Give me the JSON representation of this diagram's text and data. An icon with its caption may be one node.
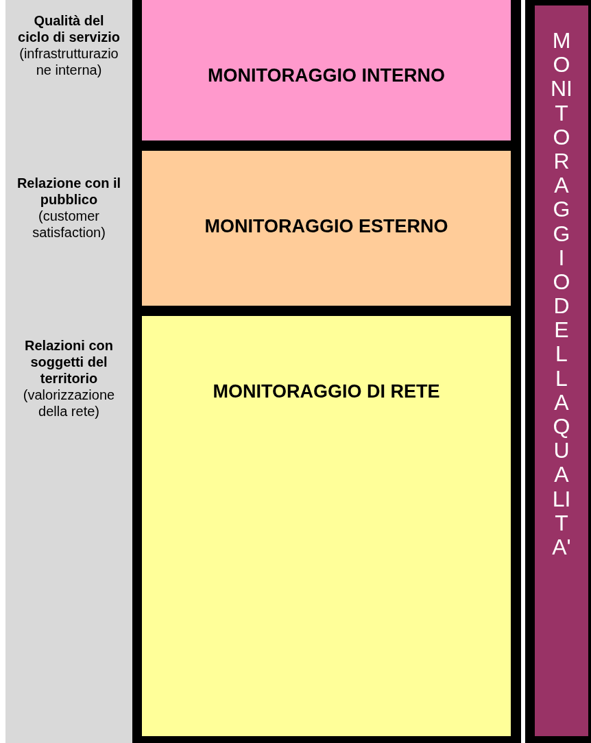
{
  "diagram": {
    "nodes": [
      {
        "text": [
          "Qualità del ciclo di servizio",
          "(infrastrutturazione interna)",
          "Relazione con il pubblico",
          "(customer satisfaction)",
          "Relazioni con soggetti del territorio",
          "(valorizzazione della rete)"
        ]
      },
      {
        "text": [],
        "shape": "box"
      },
      {
        "text": [
          "MONITORAGGIO INTERNO"
        ],
        "in": 1
      },
      {
        "text": [
          "MONITORAGGIO ESTERNO"
        ],
        "in": 1
      },
      {
        "text": [
          "MONITORAGGIO DI RETE"
        ],
        "in": 1
      },
      {
        "text": [],
        "shape": "box"
      },
      {
        "text": [
          "MONITORAGGIO DELLA QUALITA'"
        ],
        "in": 5
      }
    ]
  }
}
